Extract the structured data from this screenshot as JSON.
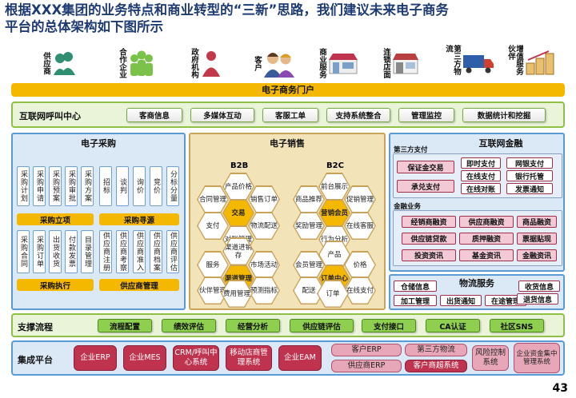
{
  "title_line1": "根据XXX集团的业务特点和商业转型的“三新”思路，我们建议未来电子商务",
  "title_line2": "平台的总体架构如下图所示",
  "stakeholders": [
    "供应商",
    "合作企业",
    "政府机构",
    "客户",
    "商业服务",
    "连锁店面",
    "第三方物流",
    "增值服务伙伴"
  ],
  "portal": "电子商务门户",
  "callcenter": {
    "label": "互联网呼叫中心",
    "items": [
      "客商信息",
      "多媒体互动",
      "客服工单",
      "支持系统整合",
      "管理监控",
      "数据统计和挖掘"
    ]
  },
  "procurement": {
    "title": "电子采购",
    "top": [
      "采购计划",
      "采购申请",
      "采购预案",
      "采购审批",
      "采购方案",
      "招标",
      "谈判",
      "询价",
      "竞价",
      "分标分量"
    ],
    "mid": [
      "采购立项",
      "采购寻源"
    ],
    "bottom": [
      "采购合同",
      "采购订单",
      "出货收货",
      "付款发票",
      "目录管理",
      "供应商注册",
      "供应商考察",
      "供应商准入",
      "供应商档案",
      "供应商评估"
    ],
    "foot": [
      "采购执行",
      "供应商管理"
    ]
  },
  "sales": {
    "title": "电子销售",
    "b2b": "B2B",
    "b2c": "B2C",
    "b2b_top": [
      "产品价格",
      "合同管理",
      "交易",
      "销售订单",
      "支付",
      "物流配送",
      "对账管理"
    ],
    "b2c_top": [
      "前台展示",
      "商品推荐",
      "营销会员",
      "促销管理",
      "奖励管理",
      "行为分析",
      "在线客服"
    ],
    "b2b_bottom": [
      "渠道进销存",
      "服务",
      "渠道管理",
      "市场活动",
      "伙伴管理",
      "预测指标",
      "费用管理"
    ],
    "b2c_bottom": [
      "产品",
      "会员管理",
      "订单中心",
      "价格",
      "配送",
      "在线支付",
      "订单"
    ]
  },
  "finance": {
    "title": "互联网金融",
    "third_party_label": "第三方支付",
    "third_party": [
      "保证金交易",
      "即时支付",
      "网银支付",
      "在线支付",
      "银行托管",
      "承兑支付",
      "在线对账",
      "发票通知"
    ],
    "business_label": "金融业务",
    "business": [
      "经销商融资",
      "供应商融资",
      "商品融资",
      "供应链贷款",
      "质押融资",
      "票据贴现",
      "投资资讯",
      "基金资讯",
      "金融资讯"
    ]
  },
  "logistics": {
    "title": "物流服务",
    "items": [
      "仓储信息",
      "收货信息",
      "加工管理",
      "出货通知",
      "在途管理",
      "退货信息"
    ]
  },
  "support": {
    "label": "支撑流程",
    "items": [
      "流程配置",
      "绩效评估",
      "经营分析",
      "供应链评估",
      "支付接口",
      "CA认证",
      "社区SNS"
    ]
  },
  "integration": {
    "label": "集成平台",
    "items": [
      "企业ERP",
      "企业MES",
      "CRM/呼叫中心系统",
      "移动店商管理系统",
      "企业EAM",
      "客户ERP",
      "第三方物流",
      "供应商ERP",
      "客户商超系统",
      "风险控制系统",
      "企业资金集中管理系统"
    ]
  },
  "page_number": "43",
  "colors": {
    "title": "#1f3b73",
    "accent_orange": "#f5b800",
    "green_border": "#8fbf45",
    "blue_border": "#5b9bd5",
    "red": "#c0334f"
  }
}
